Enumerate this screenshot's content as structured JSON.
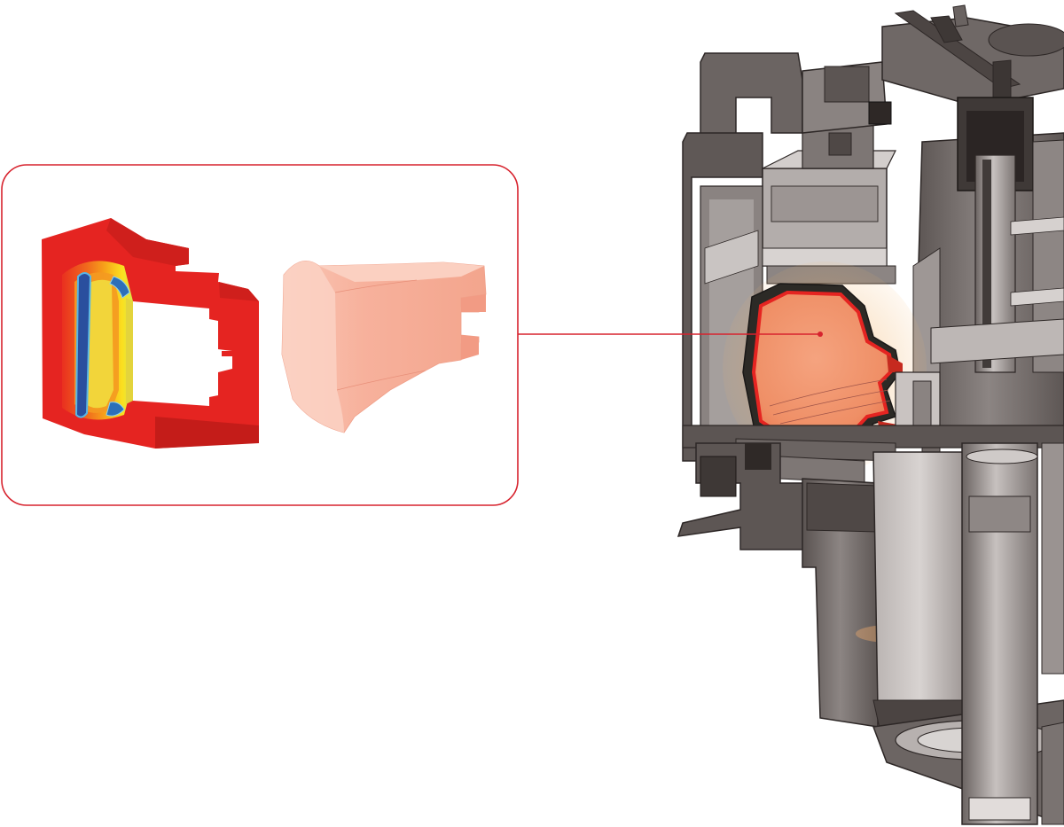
{
  "diagram": {
    "callout": {
      "description_items": [
        {
          "id": "thermal-simulation-model",
          "icon": "thermal-contour-icon"
        },
        {
          "id": "shell-shape-model",
          "icon": "shell-shape-icon"
        }
      ]
    },
    "cutaway": {
      "highlight": "tire-mold-cavity"
    }
  },
  "colors": {
    "callout_border": "#d7232e",
    "connector": "#d7232e",
    "hot_red": "#e52421",
    "cavity_fill": "#f08a5d",
    "shell_fill": "#f7b09c",
    "steel_light": "#a9a3a1",
    "steel_mid": "#7f7876",
    "steel_dark": "#4e4745"
  }
}
